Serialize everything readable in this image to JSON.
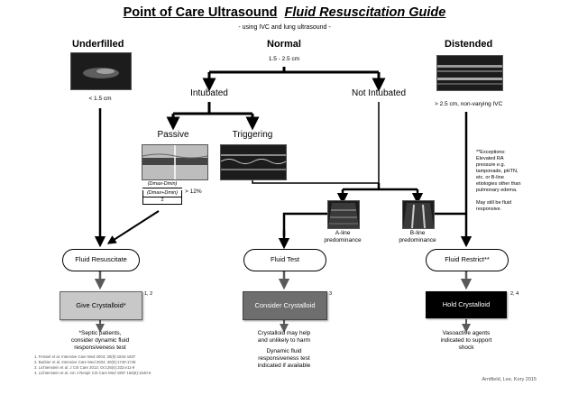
{
  "title": {
    "part1": "Point of Care Ultrasound",
    "part2": "Fluid Resuscitation Guide"
  },
  "subtitle": "- using IVC and lung ultrasound -",
  "underfilled": {
    "heading": "Underfilled",
    "ivc_label": "< 1.5 cm"
  },
  "normal": {
    "heading": "Normal",
    "range": "1.5 - 2.5 cm"
  },
  "distended": {
    "heading": "Distended",
    "ivc_label": "> 2.5 cm, non-varying IVC"
  },
  "intubated": "Intubated",
  "not_intubated": "Not Intubated",
  "passive": "Passive",
  "triggering": "Triggering",
  "formula": {
    "numerator": "(Dmax-Dmin)",
    "denominator_top": "(Dmax+Dmin)",
    "denominator_bottom": "2",
    "threshold": "> 12%"
  },
  "aline": {
    "line1": "A-line",
    "line2": "predominance"
  },
  "bline": {
    "line1": "B-line",
    "line2": "predominance"
  },
  "exceptions": [
    "**Exceptions:",
    "Elevated RA",
    "pressure e.g.",
    "tamponade, pHTN,",
    "etc. or B-line",
    "etiologies other than",
    "pulmonary edema."
  ],
  "may_still": [
    "May still be fluid",
    "responsive."
  ],
  "boxes": {
    "resuscitate": "Fluid Resuscitate",
    "test": "Fluid Test",
    "restrict": "Fluid Restrict**"
  },
  "actions": {
    "give": {
      "label": "Give Crystalloid*",
      "ref": "1, 2"
    },
    "consider": {
      "label": "Consider Crystalloid",
      "ref": "3"
    },
    "hold": {
      "label": "Hold Crystalloid",
      "ref": "2, 4"
    }
  },
  "notes": {
    "septic": [
      "*Septic patients,",
      "consider dynamic fluid",
      "responsiveness test"
    ],
    "crystalloid": [
      "Crystalloid may help",
      "and unlikely to harm"
    ],
    "dynamic": [
      "Dynamic fluid",
      "responsiveness test",
      "indicated if available"
    ],
    "vasoactive": [
      "Vasoactive agents",
      "indicated to support",
      "shock"
    ]
  },
  "references": [
    "1. Feissel et al. Intensive Care Med 2004; 30(9):1834-1837",
    "2. Barbier et al. Intensive Care Med 2004; 30(9):1740-1746",
    "3. Lichtenstein et al. J Crit Care 2013; Oct;25(4):333.e11-9",
    "4. Lichtenstein et al. Am J Respir Crit Care Med 1997 156(5):1640-6"
  ],
  "credit": "Arntfield, Lee, Kory 2015",
  "colors": {
    "give": "#c8c8c8",
    "consider": "#6e6e6e",
    "hold": "#000000",
    "arrow": "#000000",
    "arrow_grey": "#5a5a5a"
  }
}
